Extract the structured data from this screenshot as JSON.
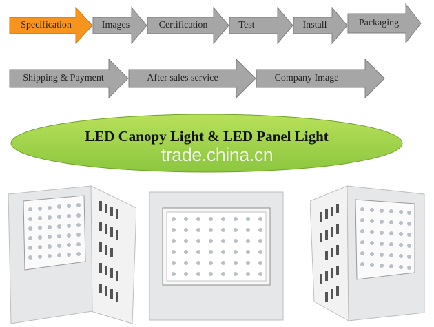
{
  "nav": {
    "row1": [
      "Specification",
      "Images",
      "Certification",
      "Test",
      "Install",
      "Packaging"
    ],
    "row2": [
      "Shipping & Payment",
      "After sales service",
      "Company Image"
    ],
    "active_color": "#F7941D",
    "inactive_color": "#A6A6A6"
  },
  "banner": {
    "title": "LED Canopy Light & LED Panel Light",
    "fill_color": "#A3D63A"
  },
  "watermark": "trade.china.cn",
  "products": [
    {
      "view": "left-angled",
      "housing_color": "#E6E7E8",
      "led_rows": 6,
      "led_cols": 6
    },
    {
      "view": "front",
      "housing_color": "#E6E7E8",
      "led_rows": 6,
      "led_cols": 8
    },
    {
      "view": "right-angled",
      "housing_color": "#E6E7E8",
      "led_rows": 6,
      "led_cols": 6
    }
  ]
}
